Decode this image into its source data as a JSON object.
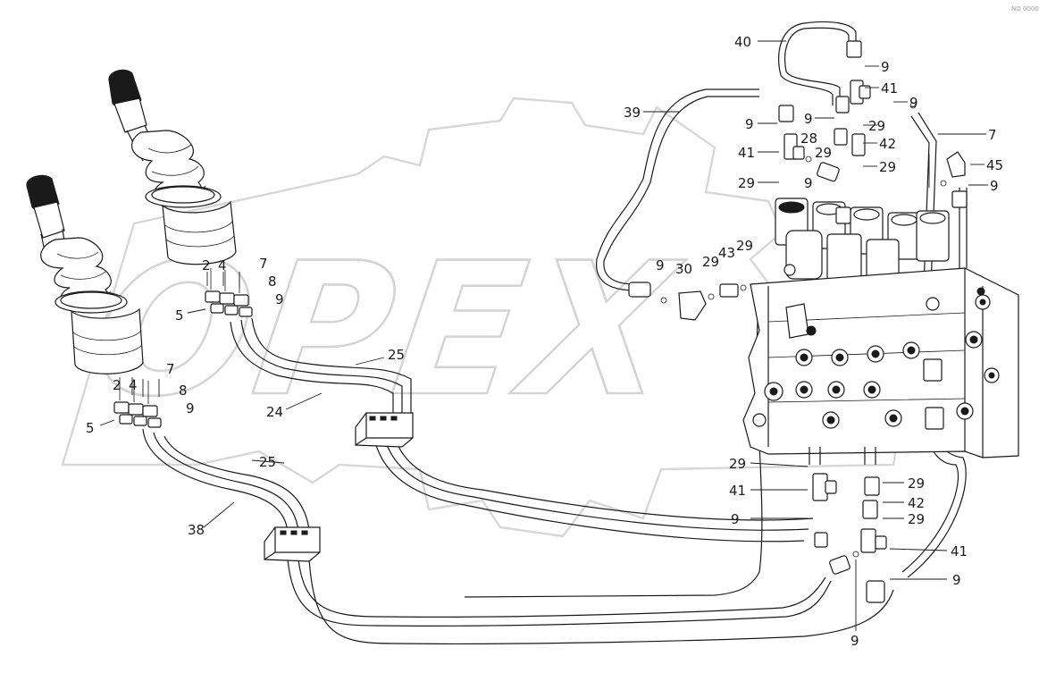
{
  "watermark": {
    "text": "OPEX"
  },
  "corner_note": "NO 0000",
  "callouts": [
    {
      "id": "c40",
      "label": "40"
    },
    {
      "id": "c9a",
      "label": "9"
    },
    {
      "id": "c41a",
      "label": "41"
    },
    {
      "id": "c9b",
      "label": "9"
    },
    {
      "id": "c39",
      "label": "39"
    },
    {
      "id": "c9c",
      "label": "9"
    },
    {
      "id": "c9d",
      "label": "9"
    },
    {
      "id": "c29a",
      "label": "29"
    },
    {
      "id": "c28",
      "label": "28"
    },
    {
      "id": "c42a",
      "label": "42"
    },
    {
      "id": "c41b",
      "label": "41"
    },
    {
      "id": "c29b",
      "label": "29"
    },
    {
      "id": "c29c",
      "label": "29"
    },
    {
      "id": "c7a",
      "label": "7"
    },
    {
      "id": "c45",
      "label": "45"
    },
    {
      "id": "c29d",
      "label": "29"
    },
    {
      "id": "c9e",
      "label": "9"
    },
    {
      "id": "c9f",
      "label": "9"
    },
    {
      "id": "c9g",
      "label": "9"
    },
    {
      "id": "c30",
      "label": "30"
    },
    {
      "id": "c29e",
      "label": "29"
    },
    {
      "id": "c43",
      "label": "43"
    },
    {
      "id": "c29f",
      "label": "29"
    },
    {
      "id": "c2a",
      "label": "2"
    },
    {
      "id": "c4a",
      "label": "4"
    },
    {
      "id": "c7b",
      "label": "7"
    },
    {
      "id": "c8a",
      "label": "8"
    },
    {
      "id": "c5a",
      "label": "5"
    },
    {
      "id": "c9h",
      "label": "9"
    },
    {
      "id": "c25a",
      "label": "25"
    },
    {
      "id": "c24",
      "label": "24"
    },
    {
      "id": "c2b",
      "label": "2"
    },
    {
      "id": "c4b",
      "label": "4"
    },
    {
      "id": "c7c",
      "label": "7"
    },
    {
      "id": "c8b",
      "label": "8"
    },
    {
      "id": "c5b",
      "label": "5"
    },
    {
      "id": "c9i",
      "label": "9"
    },
    {
      "id": "c25b",
      "label": "25"
    },
    {
      "id": "c38",
      "label": "38"
    },
    {
      "id": "c29g",
      "label": "29"
    },
    {
      "id": "c29h",
      "label": "29"
    },
    {
      "id": "c41c",
      "label": "41"
    },
    {
      "id": "c42b",
      "label": "42"
    },
    {
      "id": "c9j",
      "label": "9"
    },
    {
      "id": "c29i",
      "label": "29"
    },
    {
      "id": "c41d",
      "label": "41"
    },
    {
      "id": "c9k",
      "label": "9"
    },
    {
      "id": "c9l",
      "label": "9"
    }
  ]
}
